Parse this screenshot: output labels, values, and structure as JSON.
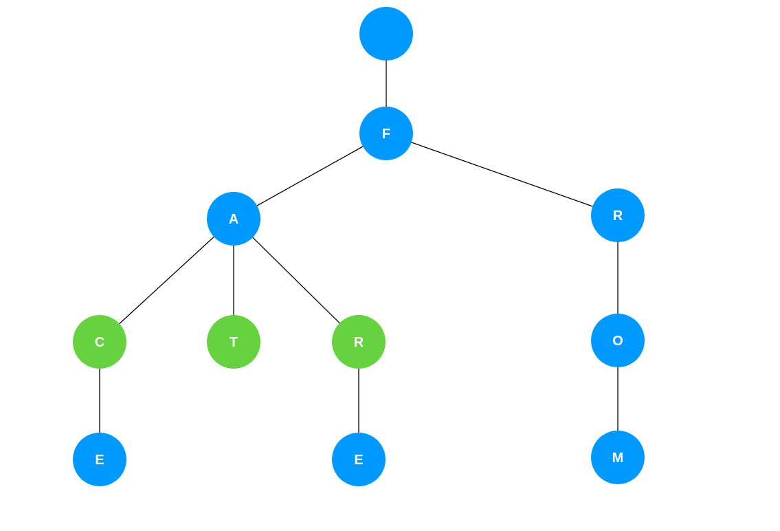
{
  "colors": {
    "default_node": "#0099FF",
    "word_end_node": "#66D23F",
    "edge": "#000000",
    "label": "#FFFFFF"
  },
  "nodes": [
    {
      "id": "root",
      "label": "",
      "kind": "default"
    },
    {
      "id": "f",
      "label": "F",
      "kind": "default"
    },
    {
      "id": "fa",
      "label": "A",
      "kind": "default"
    },
    {
      "id": "fr",
      "label": "R",
      "kind": "default"
    },
    {
      "id": "fac",
      "label": "C",
      "kind": "word_end"
    },
    {
      "id": "fat",
      "label": "T",
      "kind": "word_end"
    },
    {
      "id": "far",
      "label": "R",
      "kind": "word_end"
    },
    {
      "id": "fro",
      "label": "O",
      "kind": "default"
    },
    {
      "id": "face",
      "label": "E",
      "kind": "default"
    },
    {
      "id": "fare",
      "label": "E",
      "kind": "default"
    },
    {
      "id": "from",
      "label": "M",
      "kind": "default"
    }
  ],
  "edges": [
    {
      "from": "root",
      "to": "f"
    },
    {
      "from": "f",
      "to": "fa"
    },
    {
      "from": "f",
      "to": "fr"
    },
    {
      "from": "fa",
      "to": "fac"
    },
    {
      "from": "fa",
      "to": "fat"
    },
    {
      "from": "fa",
      "to": "far"
    },
    {
      "from": "fac",
      "to": "face"
    },
    {
      "from": "far",
      "to": "fare"
    },
    {
      "from": "fr",
      "to": "fro"
    },
    {
      "from": "fro",
      "to": "from"
    }
  ]
}
